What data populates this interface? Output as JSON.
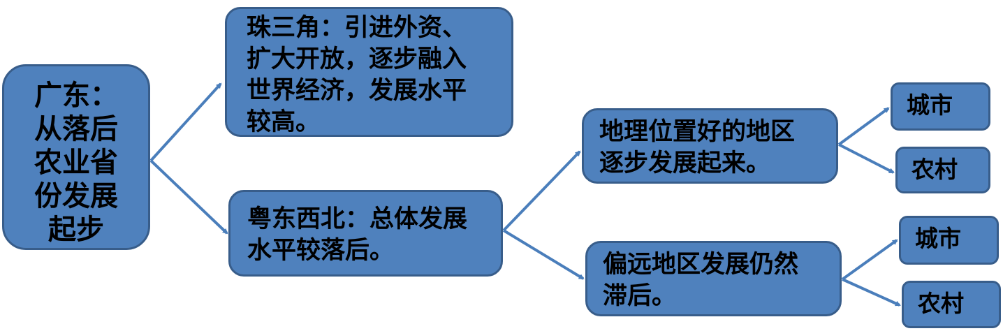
{
  "root": {
    "lines": [
      "广东：",
      "从落后",
      "农业省",
      "份发展",
      "起步"
    ]
  },
  "prd": {
    "lines": [
      "珠三角：引进外资、",
      "扩大开放，逐步融入",
      "世界经济，发展水平",
      "较高。"
    ]
  },
  "northwest": {
    "lines": [
      "粤东西北：总体发展",
      "水平较落后。"
    ]
  },
  "good_location": {
    "lines": [
      "地理位置好的地区",
      "逐步发展起来。"
    ]
  },
  "remote": {
    "lines": [
      "偏远地区发展仍然",
      "滞后。"
    ]
  },
  "leaves": [
    "城市",
    "农村",
    "城市",
    "农村"
  ],
  "colors": {
    "box_fill": "#4f81bd",
    "box_border": "#385d8a",
    "arrow": "#4a7ebb"
  }
}
